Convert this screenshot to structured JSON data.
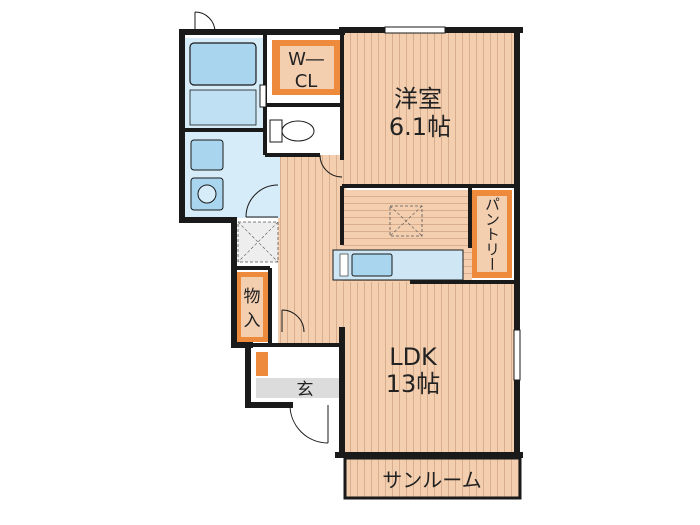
{
  "rooms": {
    "western": {
      "name": "洋室",
      "size": "6.1帖"
    },
    "ldk": {
      "name": "LDK",
      "size": "13帖"
    },
    "wcl": {
      "line1": "W―",
      "line2": "CL"
    },
    "pantry": {
      "name": "パントリー"
    },
    "storage": {
      "line1": "物",
      "line2": "入"
    },
    "entrance": {
      "name": "玄"
    },
    "sunroom": {
      "name": "サンルーム"
    }
  },
  "colors": {
    "wood": "#f3cfb0",
    "wood_stripe": "#d6a98a",
    "closet_orange": "#ee8a3c",
    "bath_blue": "#a9d5ee",
    "bath_blue_light": "#d6ecf8",
    "floor_gray": "#dcdcdc",
    "wall": "#1a1a1a"
  }
}
